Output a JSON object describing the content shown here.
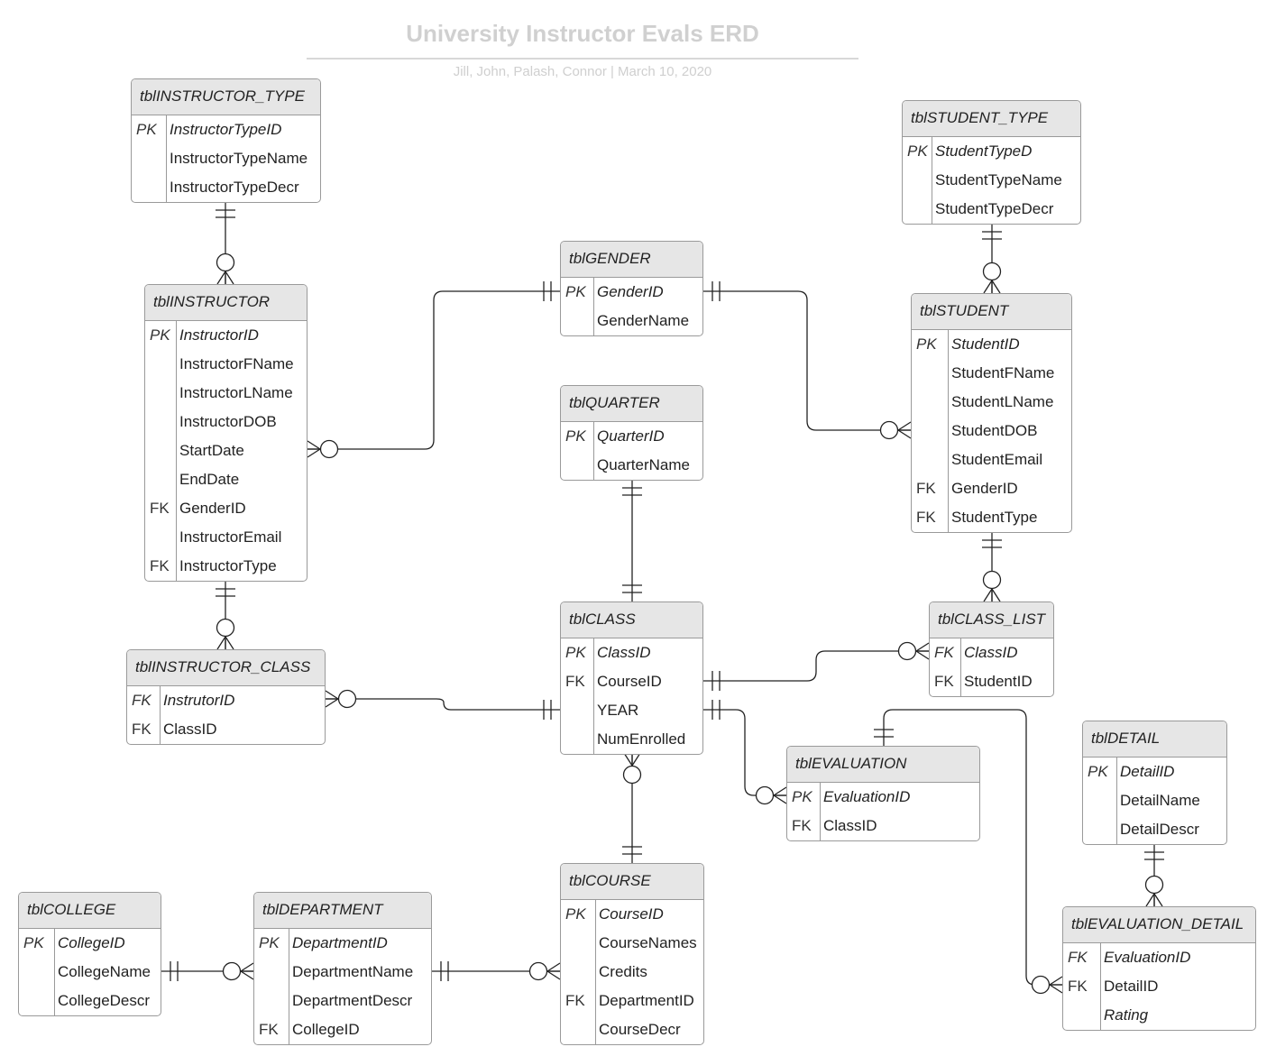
{
  "diagram": {
    "title": "University Instructor Evals ERD",
    "subtitle": "Jill, John, Palash, Connor  |  March 10, 2020"
  },
  "entities": {
    "instructor_type": {
      "name": "tblINSTRUCTOR_TYPE",
      "fields": [
        {
          "key": "PK",
          "name": "InstructorTypeID",
          "italic": true
        },
        {
          "key": "",
          "name": "InstructorTypeName",
          "italic": false
        },
        {
          "key": "",
          "name": "InstructorTypeDecr",
          "italic": false
        }
      ]
    },
    "instructor": {
      "name": "tblINSTRUCTOR",
      "fields": [
        {
          "key": "PK",
          "name": "InstructorID",
          "italic": true
        },
        {
          "key": "",
          "name": "InstructorFName",
          "italic": false
        },
        {
          "key": "",
          "name": "InstructorLName",
          "italic": false
        },
        {
          "key": "",
          "name": "InstructorDOB",
          "italic": false
        },
        {
          "key": "",
          "name": "StartDate",
          "italic": false
        },
        {
          "key": "",
          "name": "EndDate",
          "italic": false
        },
        {
          "key": "FK",
          "name": "GenderID",
          "italic": false
        },
        {
          "key": "",
          "name": "InstructorEmail",
          "italic": false
        },
        {
          "key": "FK",
          "name": "InstructorType",
          "italic": false
        }
      ]
    },
    "instructor_class": {
      "name": "tblINSTRUCTOR_CLASS",
      "fields": [
        {
          "key": "FK",
          "name": "InstrutorID",
          "italic": true
        },
        {
          "key": "FK",
          "name": "ClassID",
          "italic": false
        }
      ]
    },
    "gender": {
      "name": "tblGENDER",
      "fields": [
        {
          "key": "PK",
          "name": "GenderID",
          "italic": true
        },
        {
          "key": "",
          "name": "GenderName",
          "italic": false
        }
      ]
    },
    "quarter": {
      "name": "tblQUARTER",
      "fields": [
        {
          "key": "PK",
          "name": "QuarterID",
          "italic": true
        },
        {
          "key": "",
          "name": "QuarterName",
          "italic": false
        }
      ]
    },
    "class": {
      "name": "tblCLASS",
      "fields": [
        {
          "key": "PK",
          "name": "ClassID",
          "italic": true
        },
        {
          "key": "FK",
          "name": "CourseID",
          "italic": false
        },
        {
          "key": "",
          "name": "YEAR",
          "italic": false
        },
        {
          "key": "",
          "name": "NumEnrolled",
          "italic": false
        }
      ]
    },
    "student_type": {
      "name": "tblSTUDENT_TYPE",
      "fields": [
        {
          "key": "PK",
          "name": "StudentTypeD",
          "italic": true
        },
        {
          "key": "",
          "name": "StudentTypeName",
          "italic": false
        },
        {
          "key": "",
          "name": "StudentTypeDecr",
          "italic": false
        }
      ]
    },
    "student": {
      "name": "tblSTUDENT",
      "fields": [
        {
          "key": "PK",
          "name": "StudentID",
          "italic": true
        },
        {
          "key": "",
          "name": "StudentFName",
          "italic": false
        },
        {
          "key": "",
          "name": "StudentLName",
          "italic": false
        },
        {
          "key": "",
          "name": "StudentDOB",
          "italic": false
        },
        {
          "key": "",
          "name": "StudentEmail",
          "italic": false
        },
        {
          "key": "FK",
          "name": "GenderID",
          "italic": false
        },
        {
          "key": "FK",
          "name": "StudentType",
          "italic": false
        }
      ]
    },
    "class_list": {
      "name": "tblCLASS_LIST",
      "fields": [
        {
          "key": "FK",
          "name": "ClassID",
          "italic": true
        },
        {
          "key": "FK",
          "name": "StudentID",
          "italic": false
        }
      ]
    },
    "evaluation": {
      "name": "tblEVALUATION",
      "fields": [
        {
          "key": "PK",
          "name": "EvaluationID",
          "italic": true
        },
        {
          "key": "FK",
          "name": "ClassID",
          "italic": false
        }
      ]
    },
    "detail": {
      "name": "tblDETAIL",
      "fields": [
        {
          "key": "PK",
          "name": "DetailID",
          "italic": true
        },
        {
          "key": "",
          "name": "DetailName",
          "italic": false
        },
        {
          "key": "",
          "name": "DetailDescr",
          "italic": false
        }
      ]
    },
    "evaluation_detail": {
      "name": "tblEVALUATION_DETAIL",
      "fields": [
        {
          "key": "FK",
          "name": "EvaluationID",
          "italic": true
        },
        {
          "key": "FK",
          "name": "DetailID",
          "italic": false
        },
        {
          "key": "",
          "name": "Rating",
          "italic": true
        }
      ]
    },
    "course": {
      "name": "tblCOURSE",
      "fields": [
        {
          "key": "PK",
          "name": "CourseID",
          "italic": true
        },
        {
          "key": "",
          "name": "CourseNames",
          "italic": false
        },
        {
          "key": "",
          "name": "Credits",
          "italic": false
        },
        {
          "key": "FK",
          "name": "DepartmentID",
          "italic": false
        },
        {
          "key": "",
          "name": "CourseDecr",
          "italic": false
        }
      ]
    },
    "college": {
      "name": "tblCOLLEGE",
      "fields": [
        {
          "key": "PK",
          "name": "CollegeID",
          "italic": true
        },
        {
          "key": "",
          "name": "CollegeName",
          "italic": false
        },
        {
          "key": "",
          "name": "CollegeDescr",
          "italic": false
        }
      ]
    },
    "department": {
      "name": "tblDEPARTMENT",
      "fields": [
        {
          "key": "PK",
          "name": "DepartmentID",
          "italic": true
        },
        {
          "key": "",
          "name": "DepartmentName",
          "italic": false
        },
        {
          "key": "",
          "name": "DepartmentDescr",
          "italic": false
        },
        {
          "key": "FK",
          "name": "CollegeID",
          "italic": false
        }
      ]
    }
  },
  "relationships": [
    {
      "from": "instructor_type",
      "to": "instructor",
      "from_card": "one-and-only-one",
      "to_card": "zero-or-many"
    },
    {
      "from": "instructor",
      "to": "instructor_class",
      "from_card": "one-and-only-one",
      "to_card": "zero-or-many"
    },
    {
      "from": "gender",
      "to": "instructor",
      "from_card": "one-and-only-one",
      "to_card": "zero-or-many"
    },
    {
      "from": "gender",
      "to": "student",
      "from_card": "one-and-only-one",
      "to_card": "zero-or-many"
    },
    {
      "from": "student_type",
      "to": "student",
      "from_card": "one-and-only-one",
      "to_card": "zero-or-many"
    },
    {
      "from": "student",
      "to": "class_list",
      "from_card": "one-and-only-one",
      "to_card": "zero-or-many"
    },
    {
      "from": "quarter",
      "to": "class",
      "from_card": "one-and-only-one",
      "to_card": "one-and-only-one"
    },
    {
      "from": "class",
      "to": "instructor_class",
      "from_card": "one-and-only-one",
      "to_card": "zero-or-many"
    },
    {
      "from": "class",
      "to": "class_list",
      "from_card": "one-and-only-one",
      "to_card": "zero-or-many"
    },
    {
      "from": "class",
      "to": "evaluation",
      "from_card": "one-and-only-one",
      "to_card": "zero-or-many"
    },
    {
      "from": "course",
      "to": "class",
      "from_card": "one-and-only-one",
      "to_card": "zero-or-many"
    },
    {
      "from": "evaluation",
      "to": "evaluation_detail",
      "from_card": "one-and-only-one",
      "to_card": "zero-or-many"
    },
    {
      "from": "detail",
      "to": "evaluation_detail",
      "from_card": "one-and-only-one",
      "to_card": "zero-or-many"
    },
    {
      "from": "department",
      "to": "course",
      "from_card": "one-and-only-one",
      "to_card": "zero-or-many"
    },
    {
      "from": "college",
      "to": "department",
      "from_card": "one-and-only-one",
      "to_card": "zero-or-many"
    }
  ]
}
